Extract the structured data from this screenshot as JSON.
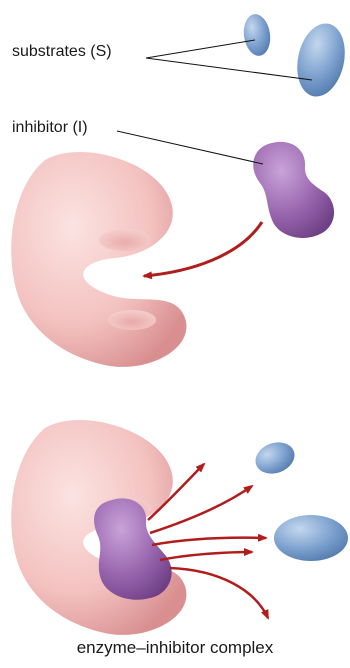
{
  "labels": {
    "substrates": "substrates (S)",
    "inhibitor": "inhibitor (I)",
    "complex": "enzyme–inhibitor complex"
  },
  "colors": {
    "enzyme": "#f3c2c0",
    "enzyme_shadow": "#d98f90",
    "inhibitor": "#9b68b0",
    "substrate": "#7ea2cf",
    "arrow": "#b01d1d",
    "leader_line": "#111111"
  }
}
